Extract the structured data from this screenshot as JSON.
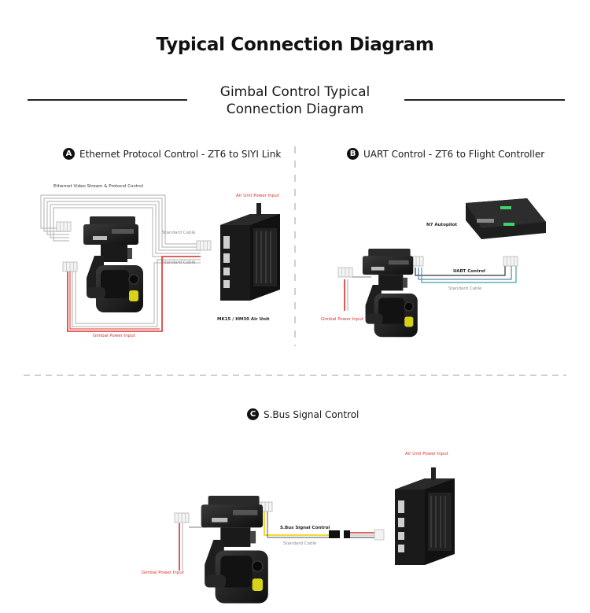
{
  "header": {
    "title": "Typical Connection Diagram",
    "subtitle_line1": "Gimbal Control Typical",
    "subtitle_line2": "Connection Diagram"
  },
  "sections": {
    "a": {
      "badge": "A",
      "title": "Ethernet Protocol Control - ZT6 to SIYI Link",
      "labels": {
        "ethernet": "Ethernet Video Stream & Protocol Control",
        "air_power": "Air Unit Power Input",
        "standard_cable_1": "Standard Cable",
        "standard_cable_2": "Standard Cable",
        "air_unit": "MK15 / HM30 Air Unit",
        "gimbal_power": "Gimbal Power Input"
      }
    },
    "b": {
      "badge": "B",
      "title": "UART Control - ZT6 to Flight Controller",
      "labels": {
        "autopilot": "N7 Autopilot",
        "uart": "UART Control",
        "standard_cable": "Standard Cable",
        "gimbal_power": "Gimbal Power Input"
      }
    },
    "c": {
      "badge": "C",
      "title": "S.Bus Signal Control",
      "labels": {
        "air_power": "Air Unit Power Input",
        "sbus": "S.Bus Signal Control",
        "standard_cable": "Standard Cable",
        "gimbal_power": "Gimbal Power Input"
      }
    }
  },
  "colors": {
    "red_wire": "#d9302a",
    "gray_wire": "#b5b5b5",
    "blue_wire": "#5a86b5",
    "green_wire": "#3fa89a",
    "yellow_wire": "#f2d21b",
    "device_body": "#1c1c1c",
    "lens_yellow": "#d6d21a",
    "led_green": "#3fd16a"
  }
}
